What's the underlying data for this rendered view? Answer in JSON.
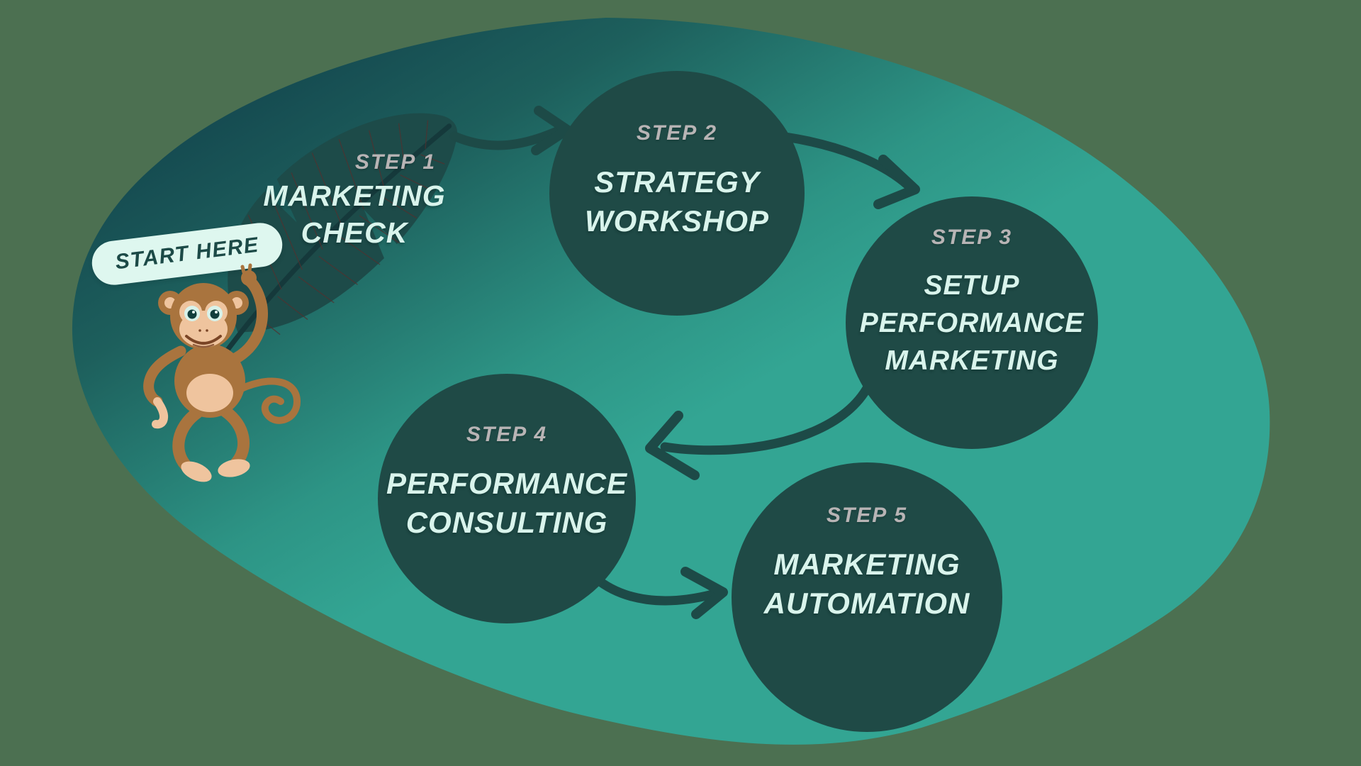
{
  "badge": {
    "label": "START HERE"
  },
  "steps": [
    {
      "label": "STEP 1",
      "title_lines": [
        "MARKETING",
        "CHECK"
      ]
    },
    {
      "label": "STEP 2",
      "title_lines": [
        "STRATEGY",
        "WORKSHOP"
      ]
    },
    {
      "label": "STEP 3",
      "title_lines": [
        "SETUP",
        "PERFORMANCE",
        "MARKETING"
      ]
    },
    {
      "label": "STEP 4",
      "title_lines": [
        "PERFORMANCE",
        "CONSULTING"
      ]
    },
    {
      "label": "STEP 5",
      "title_lines": [
        "MARKETING",
        "AUTOMATION"
      ]
    }
  ],
  "icons": {
    "leaf": "banana-leaf-illustration",
    "monkey": "monkey-illustration",
    "arrows": [
      "arrow-step1-to-step2",
      "arrow-step2-to-step3",
      "arrow-step3-to-step4",
      "arrow-step4-to-step5"
    ]
  },
  "colors": {
    "olive_bg": "#4C7051",
    "blob_teal": "#33A593",
    "blob_dark1": "#12424C",
    "blob_dark2": "#1D5F5C",
    "blob_mid": "#2D9485",
    "circle_fill": "#1F4A46",
    "mint_text": "#D9F4EC",
    "gray_label": "#B8B4B5",
    "badge_bg": "#DEF7EF",
    "badge_text": "#1C4A47",
    "arrow": "#1D4A47",
    "leaf_fill": "#1D4B49",
    "leaf_rib": "#15393B",
    "leaf_vein": "#503230",
    "monkey_brown": "#A9743E",
    "monkey_tan": "#EFC49E",
    "eye_ring": "#D8F2EA",
    "eye_pupil": "#113E3C",
    "mouth": "#7A4526"
  }
}
